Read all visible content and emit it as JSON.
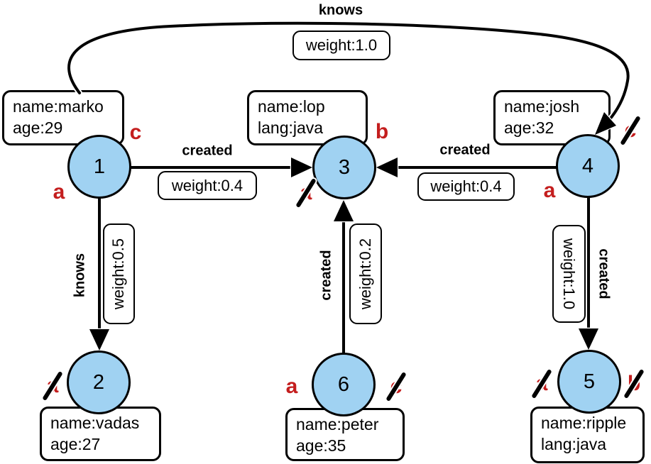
{
  "diagram_type": "property-graph",
  "colors": {
    "node_fill": "#A0D2F2",
    "node_border": "#000000",
    "edge_color": "#000000",
    "step_label_red": "#C41E1E",
    "box_background": "#FFFFFF"
  },
  "nodes": [
    {
      "id": "1"
    },
    {
      "id": "2"
    },
    {
      "id": "3"
    },
    {
      "id": "4"
    },
    {
      "id": "5"
    },
    {
      "id": "6"
    }
  ],
  "property_boxes": [
    {
      "node": "1",
      "line1": "name:marko",
      "line2": "age:29"
    },
    {
      "node": "3",
      "line1": "name:lop",
      "line2": "lang:java"
    },
    {
      "node": "4",
      "line1": "name:josh",
      "line2": "age:32"
    },
    {
      "node": "2",
      "line1": "name:vadas",
      "line2": "age:27"
    },
    {
      "node": "6",
      "line1": "name:peter",
      "line2": "age:35"
    },
    {
      "node": "5",
      "line1": "name:ripple",
      "line2": "lang:java"
    }
  ],
  "edges": [
    {
      "from": "1",
      "to": "4",
      "label": "knows",
      "weight": "weight:1.0"
    },
    {
      "from": "1",
      "to": "3",
      "label": "created",
      "weight": "weight:0.4"
    },
    {
      "from": "4",
      "to": "3",
      "label": "created",
      "weight": "weight:0.4"
    },
    {
      "from": "1",
      "to": "2",
      "label": "knows",
      "weight": "weight:0.5"
    },
    {
      "from": "6",
      "to": "3",
      "label": "created",
      "weight": "weight:0.2"
    },
    {
      "from": "4",
      "to": "5",
      "label": "created",
      "weight": "weight:1.0"
    }
  ],
  "step_labels": [
    {
      "node": "1",
      "letter": "a",
      "slashed": false
    },
    {
      "node": "1",
      "letter": "c",
      "slashed": false
    },
    {
      "node": "3",
      "letter": "a",
      "slashed": true
    },
    {
      "node": "3",
      "letter": "b",
      "slashed": false
    },
    {
      "node": "4",
      "letter": "a",
      "slashed": false
    },
    {
      "node": "4",
      "letter": "c",
      "slashed": true
    },
    {
      "node": "2",
      "letter": "a",
      "slashed": true
    },
    {
      "node": "6",
      "letter": "a",
      "slashed": false
    },
    {
      "node": "6",
      "letter": "c",
      "slashed": true
    },
    {
      "node": "5",
      "letter": "a",
      "slashed": true
    },
    {
      "node": "5",
      "letter": "b",
      "slashed": true
    }
  ]
}
